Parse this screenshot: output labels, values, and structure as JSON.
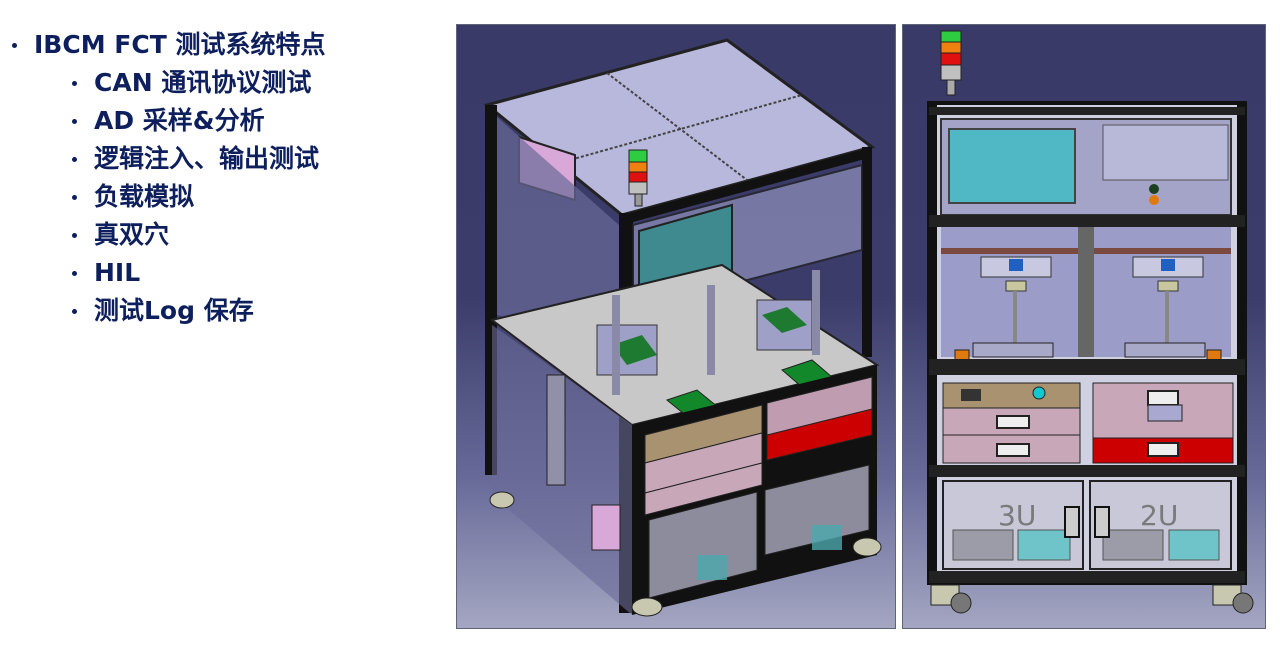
{
  "slide": {
    "title": "IBCM FCT 测试系统特点",
    "features": [
      "CAN 通讯协议测试",
      "AD 采样&分析",
      "逻辑注入、输出测试",
      "负载模拟",
      "真双穴",
      "HIL",
      "测试Log 保存"
    ]
  },
  "images": {
    "isometric_view": {
      "description": "3D CAD isometric view of FCT test station",
      "stack_light_colors": [
        "#2ecc40",
        "#f08010",
        "#e01010",
        "#c0c0c0"
      ]
    },
    "front_view": {
      "description": "3D CAD front view of FCT test station",
      "rack_labels": [
        "3U",
        "2U"
      ],
      "stack_light_colors": [
        "#2ecc40",
        "#f08010",
        "#e01010",
        "#c0c0c0"
      ]
    }
  },
  "colors": {
    "text": "#0d1f5c",
    "cad_background": "#3a3a68",
    "frame": "#111111",
    "screen": "#4fb8c4",
    "drawer_red": "#cc0000",
    "drawer_tan": "#a89270"
  }
}
